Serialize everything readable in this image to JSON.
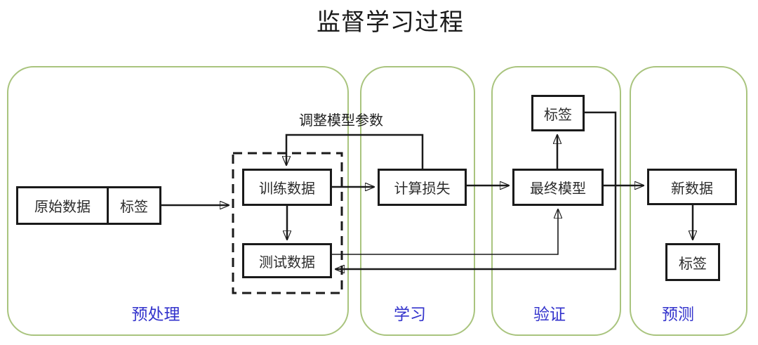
{
  "title": "监督学习过程",
  "annotation": {
    "adjust_params": "调整模型参数"
  },
  "stages": {
    "preprocess": "预处理",
    "learn": "学习",
    "validate": "验证",
    "predict": "预测"
  },
  "nodes": {
    "raw_data": "原始数据",
    "raw_label": "标签",
    "train_data": "训练数据",
    "test_data": "测试数据",
    "compute_loss": "计算损失",
    "final_model": "最终模型",
    "predicted_label": "标签",
    "new_data": "新数据",
    "output_label": "标签"
  },
  "colors": {
    "stage_border": "#a9c47e",
    "stage_label_text": "#3333cc",
    "node_border": "#1a1a1a",
    "node_text": "#2b2b2b",
    "arrow": "#1a1a1a",
    "title_text": "#1a1a1a"
  }
}
